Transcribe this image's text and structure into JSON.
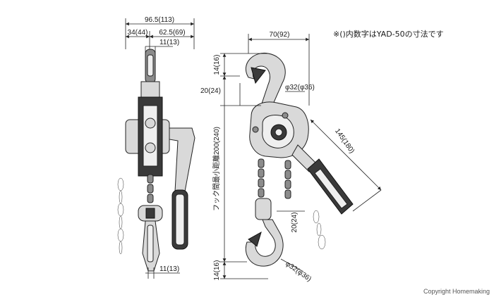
{
  "note": "※()内数字はYAD-50の寸法です",
  "copyright": "Copyright Homemaking",
  "front_view": {
    "overall_width": "96.5(113)",
    "left_width": "34(44)",
    "right_width": "62.5(69)",
    "top_hook_width": "11(13)",
    "bottom_hook_width": "11(13)"
  },
  "side_view": {
    "top_width": "70(92)",
    "top_hook_height": "14(16)",
    "top_hook_offset": "20(24)",
    "top_hook_dia": "φ32(φ36)",
    "handle_length": "145(180)",
    "min_distance": "フック間最小距離200(240)",
    "bottom_hook_offset": "20(24)",
    "bottom_hook_dia": "φ32(φ36)",
    "bottom_hook_height": "14(16)"
  },
  "colors": {
    "line": "#222222",
    "text": "#1a1a1a",
    "metal": "#d9d9d9",
    "dark": "#3a3a3a"
  }
}
